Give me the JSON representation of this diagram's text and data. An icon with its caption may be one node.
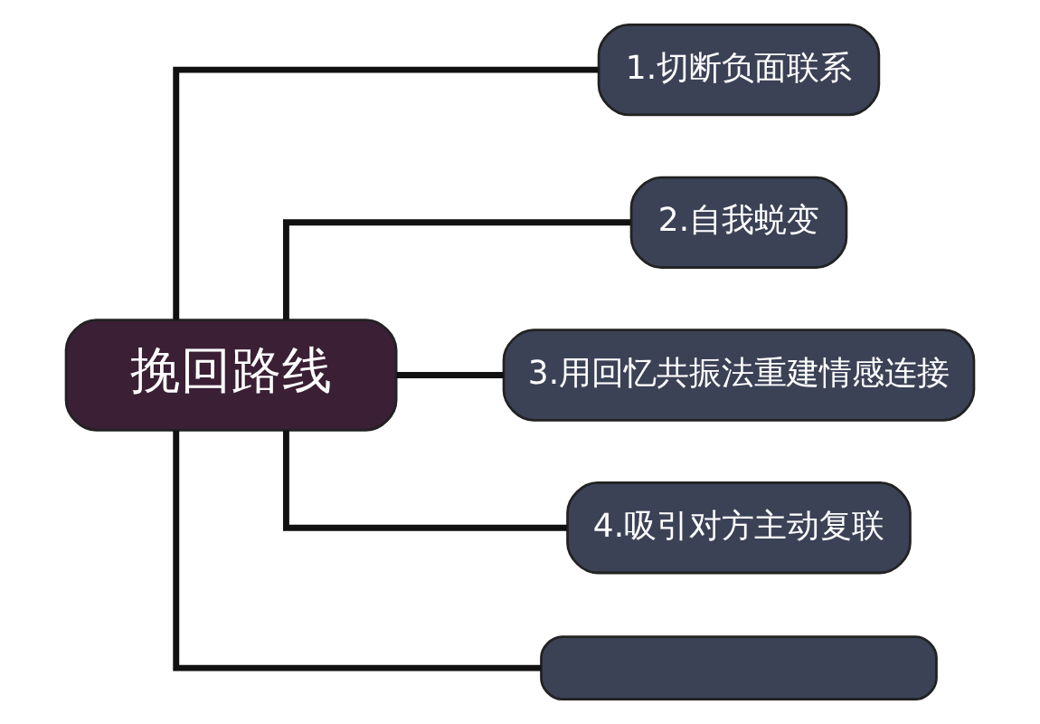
{
  "diagram": {
    "nodes": [
      {
        "text": [
          "挽回路线"
        ]
      },
      {
        "text": [
          "1.切断负面联系"
        ]
      },
      {
        "text": [
          "2.自我蜕变"
        ]
      },
      {
        "text": [
          "3.用回忆共振法重建情感连接"
        ]
      },
      {
        "text": [
          "4.吸引对方主动复联"
        ]
      },
      {
        "text": [],
        "shape": "box"
      }
    ],
    "edges": [
      {
        "from": 0,
        "to": 1,
        "arrow": "none"
      },
      {
        "from": 0,
        "to": 2,
        "arrow": "none"
      },
      {
        "from": 0,
        "to": 3,
        "arrow": "none"
      },
      {
        "from": 0,
        "to": 4,
        "arrow": "none"
      },
      {
        "from": 0,
        "to": 5,
        "arrow": "none"
      }
    ]
  }
}
